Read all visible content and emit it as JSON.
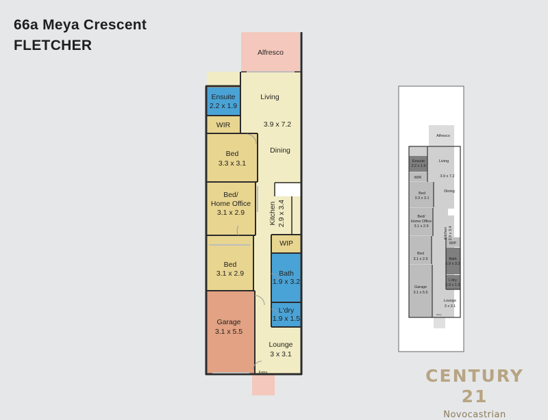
{
  "property": {
    "street": "66a Meya Crescent",
    "suburb": "FLETCHER"
  },
  "main_plan": {
    "rooms": {
      "alfresco": "Alfresco",
      "living": "Living",
      "living_dims": "3.9 x 7.2",
      "dining": "Dining",
      "ensuite": "Ensuite",
      "ensuite_dims": "2.2 x 1.9",
      "wir": "WIR",
      "bed1": "Bed",
      "bed1_dims": "3.3 x 3.1",
      "bed2_line1": "Bed/",
      "bed2_line2": "Home Office",
      "bed2_dims": "3.1 x 2.9",
      "kitchen": "Kitchen",
      "kitchen_dims": "2.9 x 3.4",
      "wip": "WIP",
      "bed3": "Bed",
      "bed3_dims": "3.1 x 2.9",
      "bath": "Bath",
      "bath_dims": "1.9 x 3.2",
      "garage": "Garage",
      "garage_dims": "3.1 x 5.5",
      "ldry": "L'dry",
      "ldry_dims": "1.9 x 1.5",
      "lounge": "Lounge",
      "lounge_dims": "3 x 3.1",
      "entry": "Entry"
    },
    "colors": {
      "living_fill": "#f2ecc4",
      "bed_fill": "#e8d590",
      "wet_fill": "#4aa3d6",
      "garage_fill": "#e2a283",
      "alfresco_fill": "#f4c8bc",
      "wall": "#2b2b2b"
    }
  },
  "mini_plan": {
    "rooms": {
      "alfresco": "Alfresco",
      "living": "Living",
      "living_dims": "3.9 x 7.2",
      "dining": "Dining",
      "ensuite": "Ensuite",
      "ensuite_dims": "2.2 x 1.9",
      "wir": "WIR",
      "bed1": "Bed",
      "bed1_dims": "3.3 x 3.1",
      "bed2_line1": "Bed/",
      "bed2_line2": "Home Office",
      "bed2_dims": "3.1 x 2.9",
      "kitchen": "Kitchen",
      "kitchen_dims": "2.9 x 3.4",
      "wip": "WIP",
      "bed3": "Bed",
      "bed3_dims": "3.1 x 2.9",
      "bath": "Bath",
      "bath_dims": "1.9 x 3.2",
      "garage": "Garage",
      "garage_dims": "3.1 x 5.5",
      "ldry": "L'dry",
      "ldry_dims": "1.9 x 1.5",
      "lounge": "Lounge",
      "lounge_dims": "3 x 3.1",
      "entry": "Entry"
    }
  },
  "branding": {
    "logo_main": "CENTURY 21",
    "logo_sub": "Novocastrian",
    "logo_color": "#b7a482"
  }
}
